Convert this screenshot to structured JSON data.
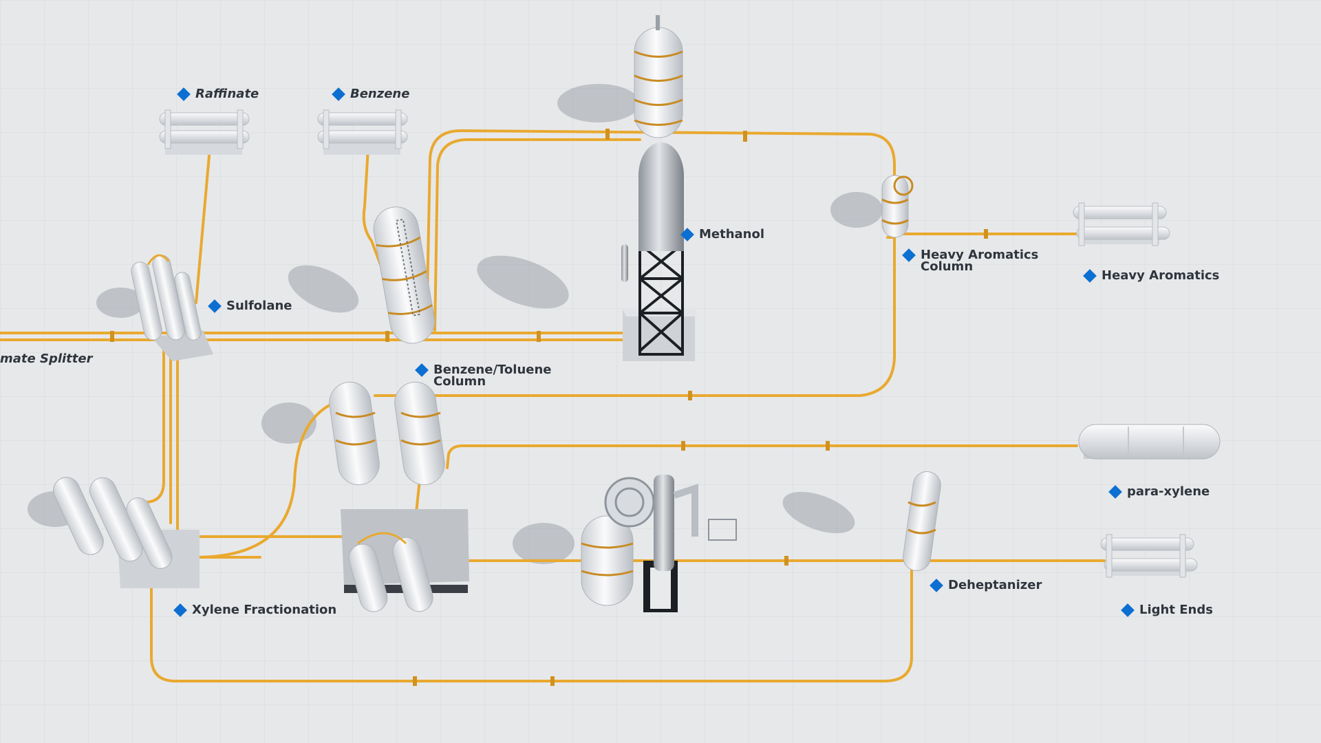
{
  "diagram": {
    "labels": {
      "raffinate": "Raffinate",
      "benzene": "Benzene",
      "methanol": "Methanol",
      "sulfolane": "Sulfolane",
      "reformate_splitter": "mate Splitter",
      "benzene_toluene_column_l1": "Benzene/Toluene",
      "benzene_toluene_column_l2": "Column",
      "heavy_aromatics_column_l1": "Heavy Aromatics",
      "heavy_aromatics_column_l2": "Column",
      "heavy_aromatics": "Heavy Aromatics",
      "para_xylene": "para-xylene",
      "deheptanizer": "Deheptanizer",
      "light_ends": "Light Ends",
      "xylene_fractionation": "Xylene Fractionation"
    },
    "colors": {
      "background": "#e7e8ea",
      "grid": "#d6d8dc",
      "pipe": "#e9a92f",
      "marker": "#0c6fd1",
      "equipment": "#f4f5f7",
      "equipment_shade": "#c7cbd0",
      "structure": "#1c1f24",
      "label_text": "#2f353d"
    }
  }
}
